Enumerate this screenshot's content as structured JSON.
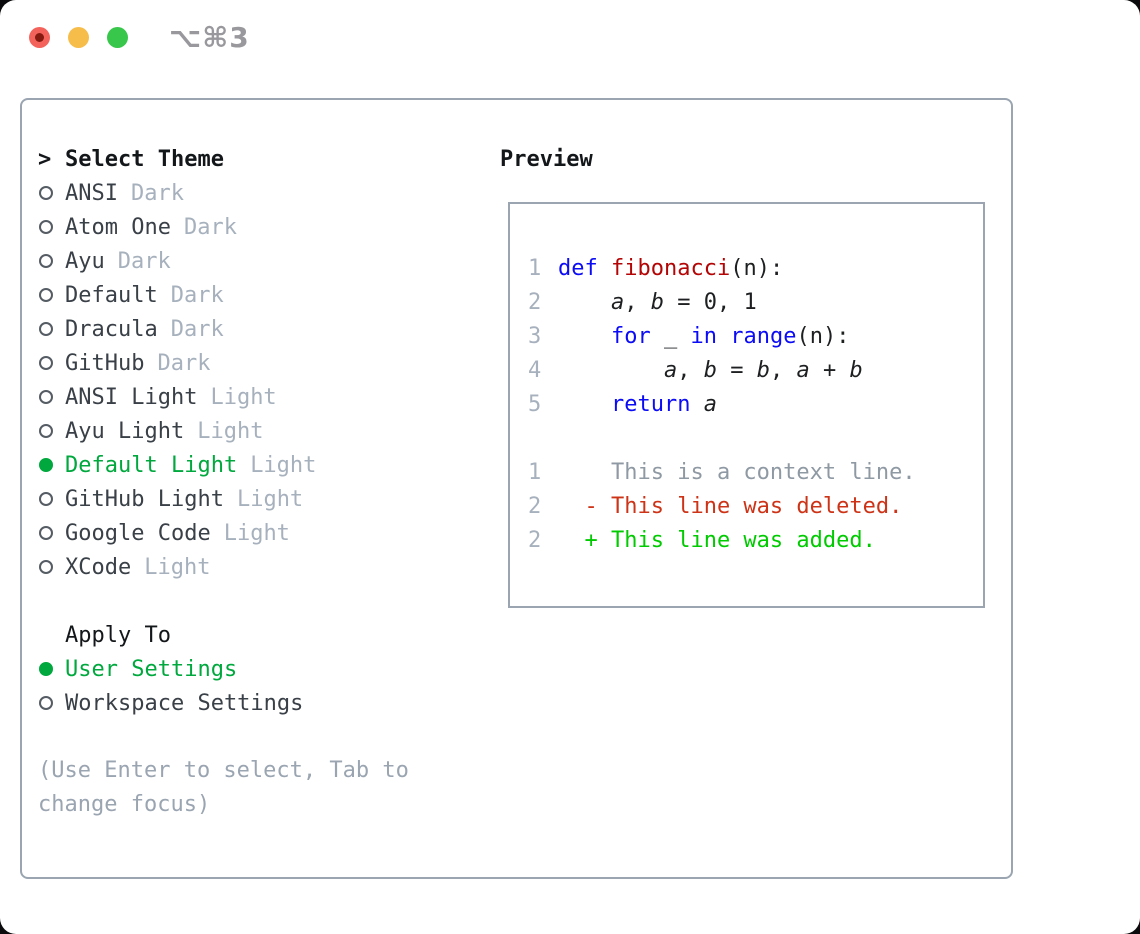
{
  "window": {
    "title": "⌥⌘3"
  },
  "theme_selector": {
    "header_marker": ">",
    "header": "Select Theme",
    "items": [
      {
        "name": "ANSI",
        "tag": "Dark",
        "selected": false
      },
      {
        "name": "Atom One",
        "tag": "Dark",
        "selected": false
      },
      {
        "name": "Ayu",
        "tag": "Dark",
        "selected": false
      },
      {
        "name": "Default",
        "tag": "Dark",
        "selected": false
      },
      {
        "name": "Dracula",
        "tag": "Dark",
        "selected": false
      },
      {
        "name": "GitHub",
        "tag": "Dark",
        "selected": false
      },
      {
        "name": "ANSI Light",
        "tag": "Light",
        "selected": false
      },
      {
        "name": "Ayu Light",
        "tag": "Light",
        "selected": false
      },
      {
        "name": "Default Light",
        "tag": "Light",
        "selected": true
      },
      {
        "name": "GitHub Light",
        "tag": "Light",
        "selected": false
      },
      {
        "name": "Google Code",
        "tag": "Light",
        "selected": false
      },
      {
        "name": "XCode",
        "tag": "Light",
        "selected": false
      }
    ],
    "apply_to": {
      "header": "Apply To",
      "options": [
        {
          "name": "User Settings",
          "selected": true
        },
        {
          "name": "Workspace Settings",
          "selected": false
        }
      ]
    },
    "help_text": "(Use Enter to select, Tab to change focus)"
  },
  "preview": {
    "header": "Preview",
    "lines": [
      {
        "num": "1",
        "segments": [
          {
            "text": "def",
            "style": "keyword"
          },
          {
            "text": " ",
            "style": "plain"
          },
          {
            "text": "fibonacci",
            "style": "function"
          },
          {
            "text": "(n):",
            "style": "plain"
          }
        ]
      },
      {
        "num": "2",
        "segments": [
          {
            "text": "    ",
            "style": "plain"
          },
          {
            "text": "a",
            "style": "variable"
          },
          {
            "text": ", ",
            "style": "plain"
          },
          {
            "text": "b",
            "style": "variable"
          },
          {
            "text": " = ",
            "style": "plain"
          },
          {
            "text": "0, 1",
            "style": "plain"
          }
        ]
      },
      {
        "num": "3",
        "segments": [
          {
            "text": "    ",
            "style": "plain"
          },
          {
            "text": "for",
            "style": "keyword"
          },
          {
            "text": " _ ",
            "style": "plain"
          },
          {
            "text": "in",
            "style": "keyword"
          },
          {
            "text": " ",
            "style": "plain"
          },
          {
            "text": "range",
            "style": "keyword"
          },
          {
            "text": "(n):",
            "style": "plain"
          }
        ]
      },
      {
        "num": "4",
        "segments": [
          {
            "text": "        ",
            "style": "plain"
          },
          {
            "text": "a",
            "style": "variable"
          },
          {
            "text": ", ",
            "style": "plain"
          },
          {
            "text": "b",
            "style": "variable"
          },
          {
            "text": " = ",
            "style": "plain"
          },
          {
            "text": "b",
            "style": "variable"
          },
          {
            "text": ", ",
            "style": "plain"
          },
          {
            "text": "a",
            "style": "variable"
          },
          {
            "text": " + ",
            "style": "plain"
          },
          {
            "text": "b",
            "style": "variable"
          }
        ]
      },
      {
        "num": "5",
        "segments": [
          {
            "text": "    ",
            "style": "plain"
          },
          {
            "text": "return",
            "style": "keyword"
          },
          {
            "text": " ",
            "style": "plain"
          },
          {
            "text": "a",
            "style": "variable"
          }
        ]
      },
      {
        "num": "",
        "segments": []
      },
      {
        "num": "1",
        "segments": [
          {
            "text": "    This is a context line.",
            "style": "context"
          }
        ]
      },
      {
        "num": "2",
        "segments": [
          {
            "text": "  - This line was deleted.",
            "style": "deleted"
          }
        ]
      },
      {
        "num": "2",
        "segments": [
          {
            "text": "  + This line was added.",
            "style": "added"
          }
        ]
      }
    ]
  },
  "colors": {
    "c-border": "#9aa5b1",
    "c-text-dark": "#3a4047",
    "c-heading": "#14171a",
    "c-tag": "#a7b1bd",
    "c-help": "#9aa5b1",
    "c-green": "#00a83e",
    "c-radio": "#555c64",
    "c-line-num": "#a7b1bd",
    "c-keyword": "#0b0bf5",
    "c-function": "#b30505",
    "c-context": "#8f99a3",
    "c-deleted": "#cd3417",
    "c-added": "#00cb00",
    "c-title": "#98989d",
    "tl-red": "#f4635b",
    "tl-red-dot": "#851a10",
    "tl-yellow": "#f6bd4b",
    "tl-green": "#38c64b"
  }
}
